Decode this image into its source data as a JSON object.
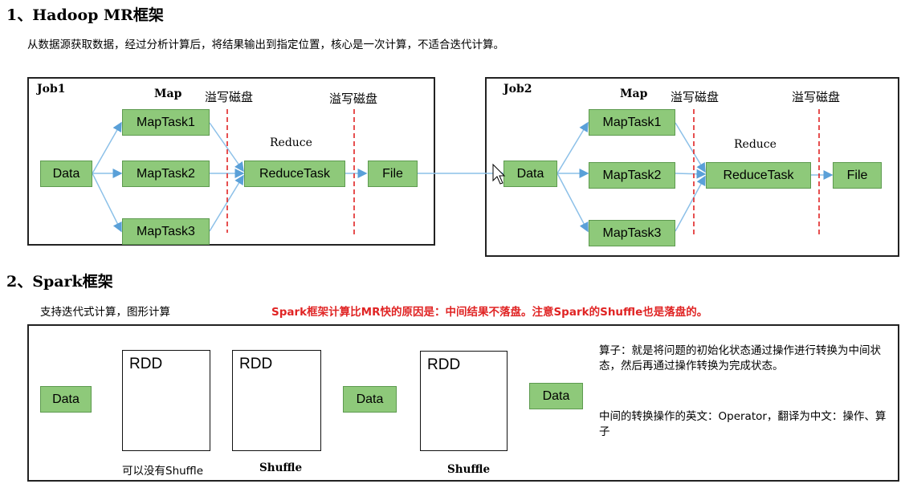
{
  "section1": {
    "title": "1、Hadoop MR框架",
    "desc": "从数据源获取数据，经过分析计算后，将结果输出到指定位置，核心是一次计算，不适合迭代计算。"
  },
  "job1": {
    "label": "Job1",
    "map_label": "Map",
    "reduce_label": "Reduce",
    "spill1": "溢写磁盘",
    "spill2": "溢写磁盘",
    "data": "Data",
    "tasks": [
      "MapTask1",
      "MapTask2",
      "MapTask3"
    ],
    "reduce_task": "ReduceTask",
    "file": "File"
  },
  "job2": {
    "label": "Job2",
    "map_label": "Map",
    "reduce_label": "Reduce",
    "spill1": "溢写磁盘",
    "spill2": "溢写磁盘",
    "data": "Data",
    "tasks": [
      "MapTask1",
      "MapTask2",
      "MapTask3"
    ],
    "reduce_task": "ReduceTask",
    "file": "File"
  },
  "section2": {
    "title": "2、Spark框架",
    "desc": "支持迭代式计算，图形计算",
    "note": "Spark框架计算比MR快的原因是：中间结果不落盘。注意Spark的Shuffle也是落盘的。"
  },
  "spark": {
    "data1": "Data",
    "data2": "Data",
    "data3": "Data",
    "rdd": "RDD",
    "cap1": "可以没有Shuffle",
    "cap2": "Shuffle",
    "cap3": "Shuffle",
    "para1": "算子：就是将问题的初始化状态通过操作进行转换为中间状态，然后再通过操作转换为完成状态。",
    "para2": "中间的转换操作的英文：Operator，翻译为中文：操作、算子"
  },
  "colors": {
    "box_fill": "#8ec97a",
    "box_border": "#5d9a4f",
    "arrow": "#5aa0d8",
    "dashed": "#e02424",
    "note": "#e02424"
  }
}
